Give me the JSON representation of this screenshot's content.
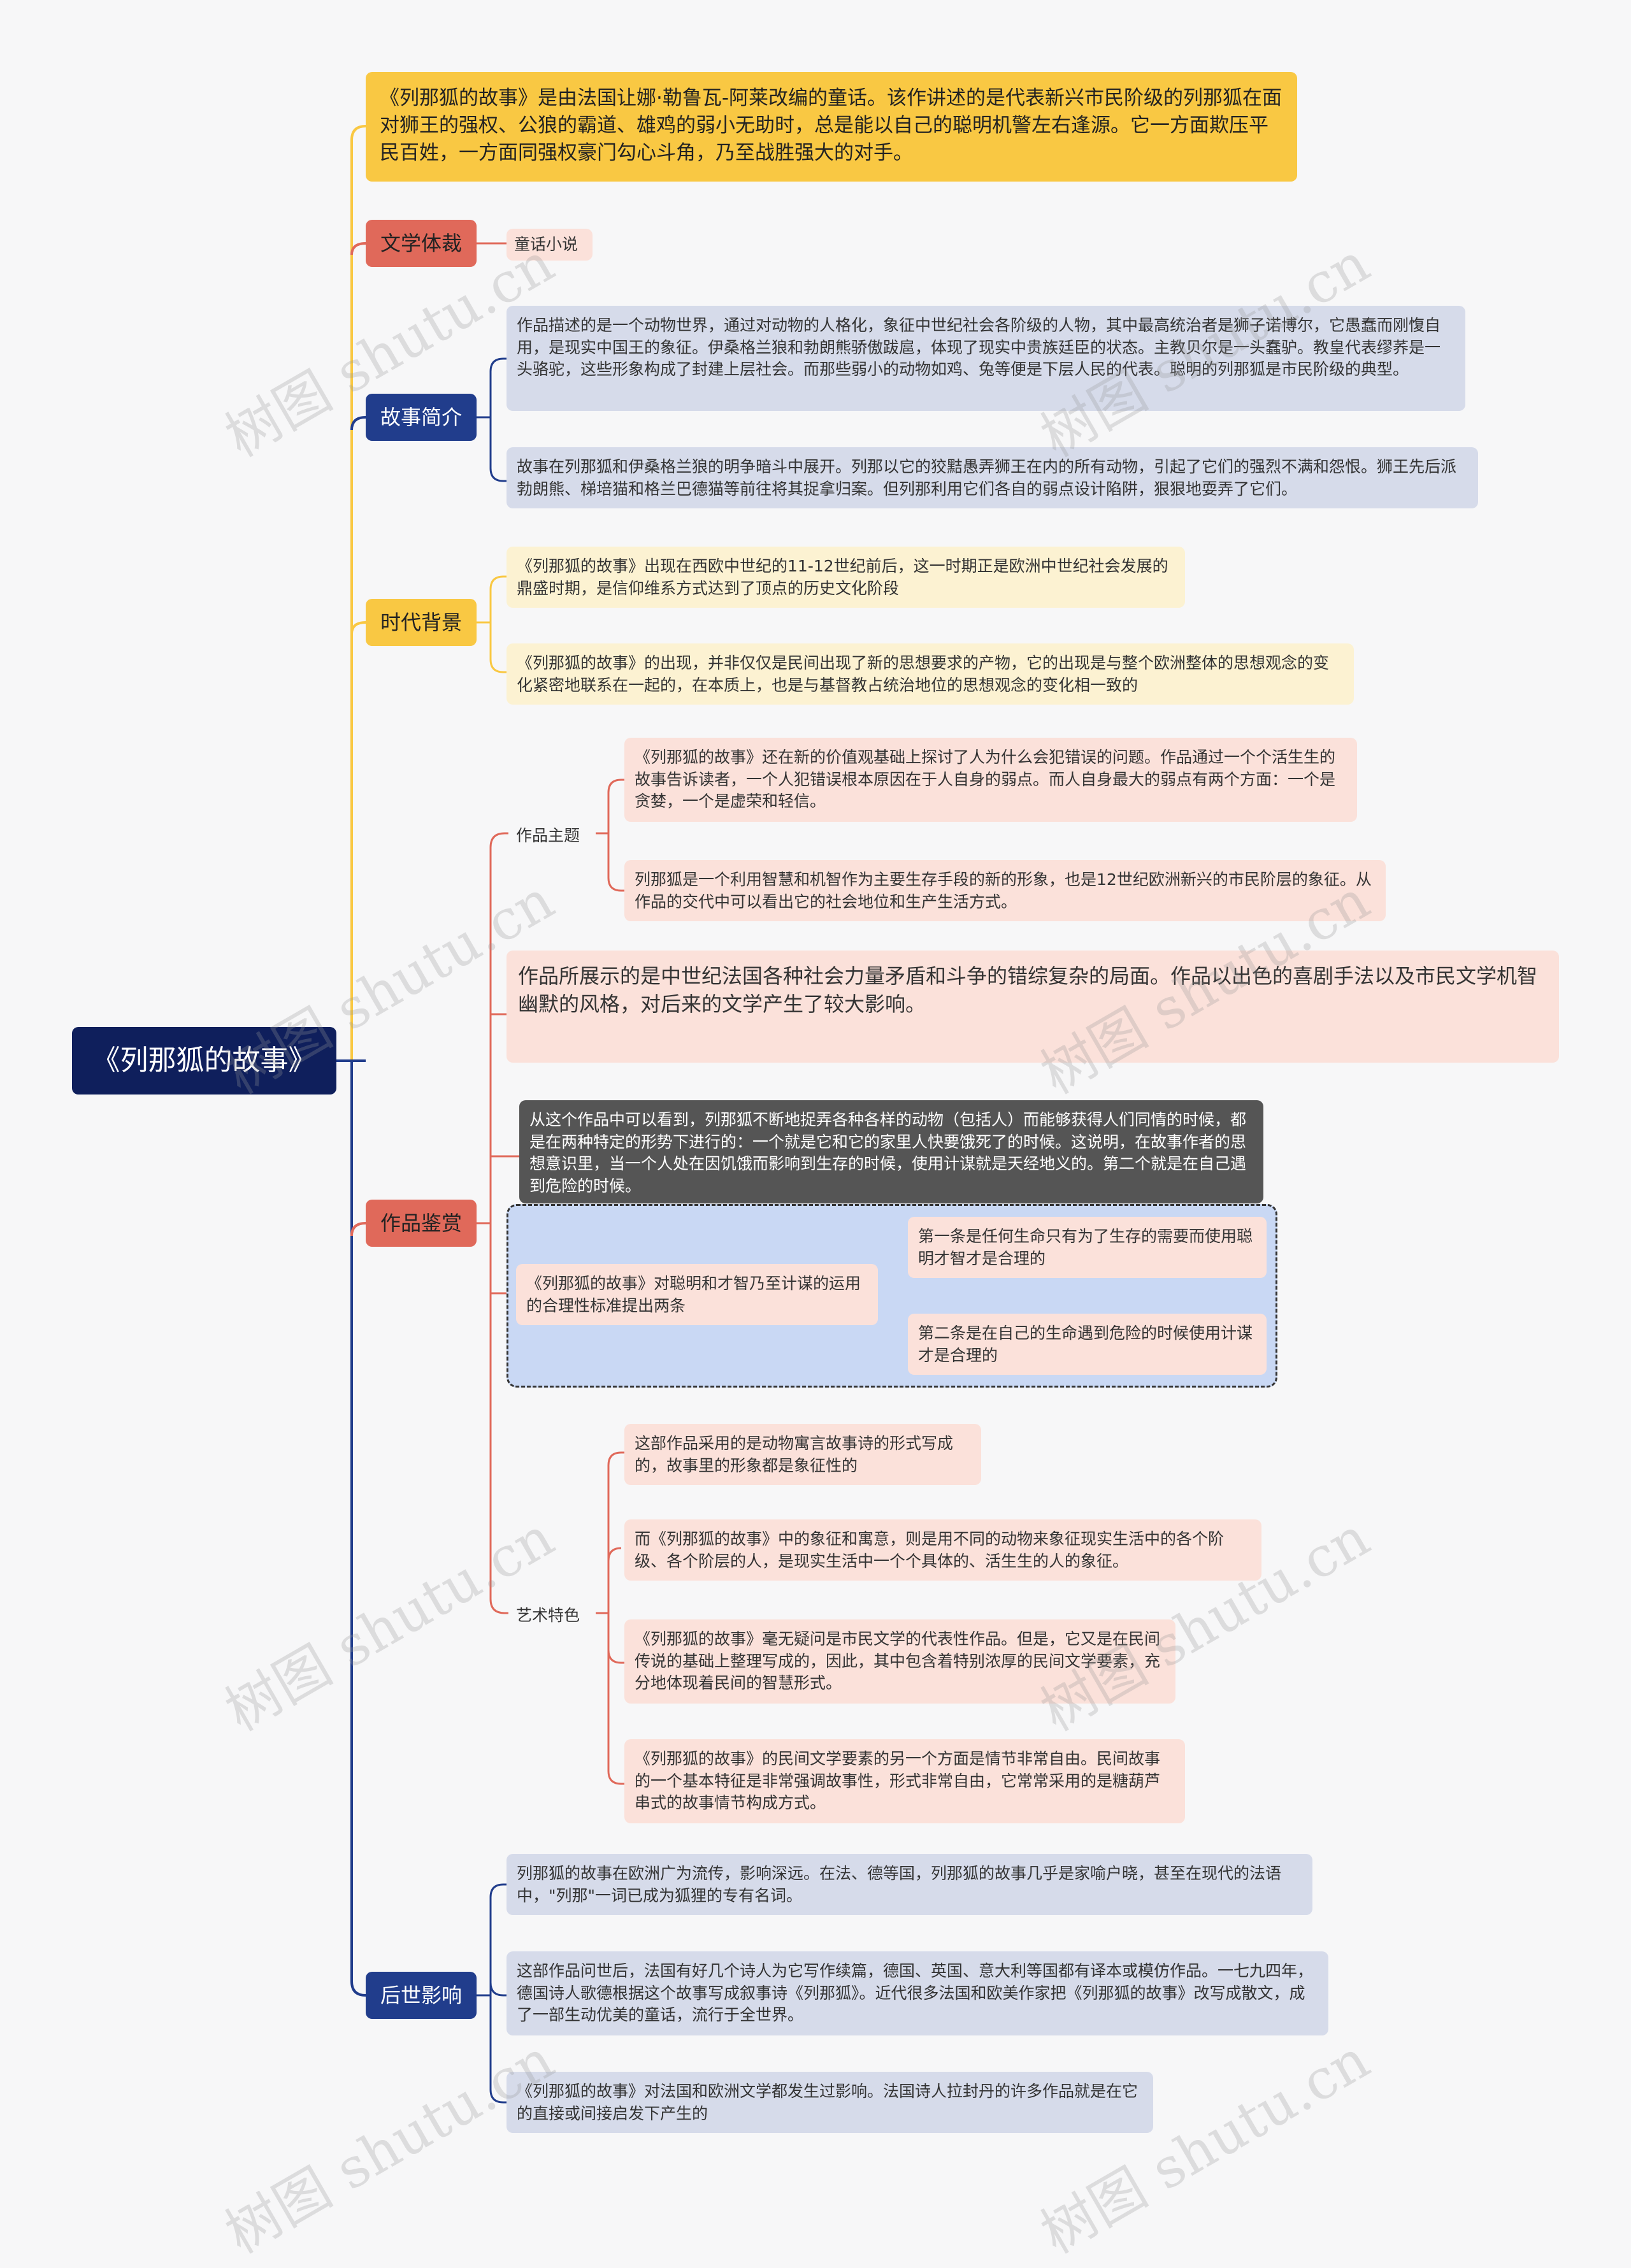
{
  "root": {
    "title": "《列那狐的故事》"
  },
  "intro": {
    "text": "《列那狐的故事》是由法国让娜·勒鲁瓦-阿莱改编的童话。该作讲述的是代表新兴市民阶级的列那狐在面对狮王的强权、公狼的霸道、雄鸡的弱小无助时，总是能以自己的聪明机警左右逢源。它一方面欺压平民百姓，一方面同强权豪门勾心斗角，乃至战胜强大的对手。"
  },
  "genre": {
    "label": "文学体裁",
    "leaf": "童话小说"
  },
  "synopsis": {
    "label": "故事简介",
    "leaves": [
      "作品描述的是一个动物世界，通过对动物的人格化，象征中世纪社会各阶级的人物，其中最高统治者是狮子诺博尔，它愚蠢而刚愎自用，是现实中国王的象征。伊桑格兰狼和勃朗熊骄傲跋扈，体现了现实中贵族廷臣的状态。主教贝尔是一头蠢驴。教皇代表缪荞是一头骆驼，这些形象构成了封建上层社会。而那些弱小的动物如鸡、兔等便是下层人民的代表。聪明的列那狐是市民阶级的典型。",
      "故事在列那狐和伊桑格兰狼的明争暗斗中展开。列那以它的狡黠愚弄狮王在内的所有动物，引起了它们的强烈不满和怨恨。狮王先后派勃朗熊、梯培猫和格兰巴德猫等前往将其捉拿归案。但列那利用它们各自的弱点设计陷阱，狠狠地耍弄了它们。"
    ]
  },
  "background": {
    "label": "时代背景",
    "leaves": [
      "《列那狐的故事》出现在西欧中世纪的11-12世纪前后，这一时期正是欧洲中世纪社会发展的鼎盛时期，是信仰维系方式达到了顶点的历史文化阶段",
      "《列那狐的故事》的出现，并非仅仅是民间出现了新的思想要求的产物，它的出现是与整个欧洲整体的思想观念的变化紧密地联系在一起的，在本质上，也是与基督教占统治地位的思想观念的变化相一致的"
    ]
  },
  "appreciation": {
    "label": "作品鉴赏",
    "theme": {
      "label": "作品主题",
      "leaves": [
        "《列那狐的故事》还在新的价值观基础上探讨了人为什么会犯错误的问题。作品通过一个个活生生的故事告诉读者，一个人犯错误根本原因在于人自身的弱点。而人自身最大的弱点有两个方面：一个是贪婪，一个是虚荣和轻信。",
        "列那狐是一个利用智慧和机智作为主要生存手段的新的形象，也是12世纪欧洲新兴的市民阶层的象征。从作品的交代中可以看出它的社会地位和生产生活方式。"
      ]
    },
    "summary": "作品所展示的是中世纪法国各种社会力量矛盾和斗争的错综复杂的局面。作品以出色的喜剧手法以及市民文学机智幽默的风格，对后来的文学产生了较大影响。",
    "note": "从这个作品中可以看到，列那狐不断地捉弄各种各样的动物（包括人）而能够获得人们同情的时候，都是在两种特定的形势下进行的：一个就是它和它的家里人快要饿死了的时候。这说明，在故事作者的思想意识里，当一个人处在因饥饿而影响到生存的时候，使用计谋就是天经地义的。第二个就是在自己遇到危险的时候。",
    "criteria": {
      "label": "《列那狐的故事》对聪明和才智乃至计谋的运用的合理性标准提出两条",
      "leaves": [
        "第一条是任何生命只有为了生存的需要而使用聪明才智才是合理的",
        "第二条是在自己的生命遇到危险的时候使用计谋才是合理的"
      ]
    },
    "art": {
      "label": "艺术特色",
      "leaves": [
        "这部作品采用的是动物寓言故事诗的形式写成的，故事里的形象都是象征性的",
        "而《列那狐的故事》中的象征和寓意，则是用不同的动物来象征现实生活中的各个阶级、各个阶层的人，是现实生活中一个个具体的、活生生的人的象征。",
        "《列那狐的故事》毫无疑问是市民文学的代表性作品。但是，它又是在民间传说的基础上整理写成的，因此，其中包含着特别浓厚的民间文学要素，充分地体现着民间的智慧形式。",
        "《列那狐的故事》的民间文学要素的另一个方面是情节非常自由。民间故事的一个基本特征是非常强调故事性，形式非常自由，它常常采用的是糖葫芦串式的故事情节构成方式。"
      ]
    }
  },
  "influence": {
    "label": "后世影响",
    "leaves": [
      "列那狐的故事在欧洲广为流传，影响深远。在法、德等国，列那狐的故事几乎是家喻户晓，甚至在现代的法语中，\"列那\"一词已成为狐狸的专有名词。",
      "这部作品问世后，法国有好几个诗人为它写作续篇，德国、英国、意大利等国都有译本或模仿作品。一七九四年，德国诗人歌德根据这个故事写成叙事诗《列那狐》。近代很多法国和欧美作家把《列那狐的故事》改写成散文，成了一部生动优美的童话，流行于全世界。",
      "《列那狐的故事》对法国和欧洲文学都发生过影响。法国诗人拉封丹的许多作品就是在它的直接或间接启发下产生的"
    ]
  },
  "watermark": {
    "text": "树图 shutu.cn"
  },
  "colors": {
    "blue": "#213d8c",
    "red": "#e0695a",
    "yellow": "#f9c843",
    "root": "#0f1f5c"
  }
}
